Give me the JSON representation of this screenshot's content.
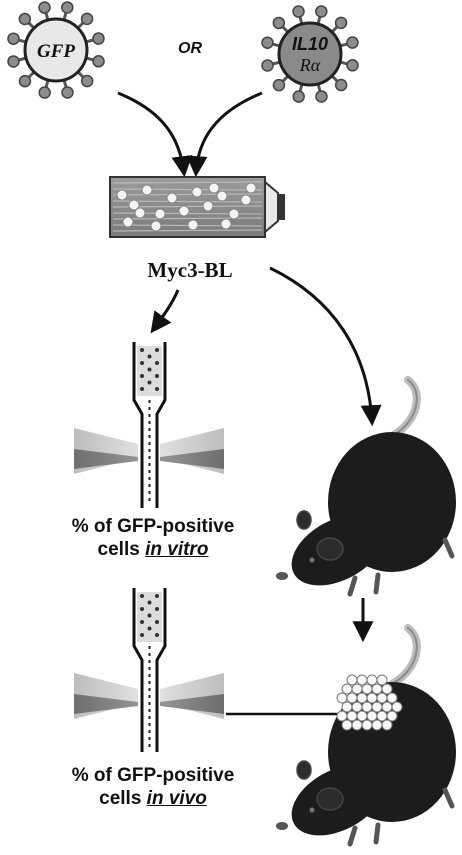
{
  "virus_gfp": {
    "label": "GFP"
  },
  "virus_il10": {
    "line1": "IL10",
    "line2": "Rα"
  },
  "or_text": "OR",
  "cell_line": "Myc3-BL",
  "caption_vitro": {
    "prefix": "% of GFP-positive",
    "line2_prefix": "cells ",
    "emph": "in vitro"
  },
  "caption_vivo": {
    "prefix": "% of GFP-positive",
    "line2_prefix": "cells ",
    "emph": "in vivo"
  },
  "colors": {
    "ink": "#111111",
    "virus_gfp_fill": "#e8e8e8",
    "virus_il10_fill": "#8a8a8a",
    "mouse": "#1c1c1c",
    "tumor": "#f7f7f7"
  }
}
